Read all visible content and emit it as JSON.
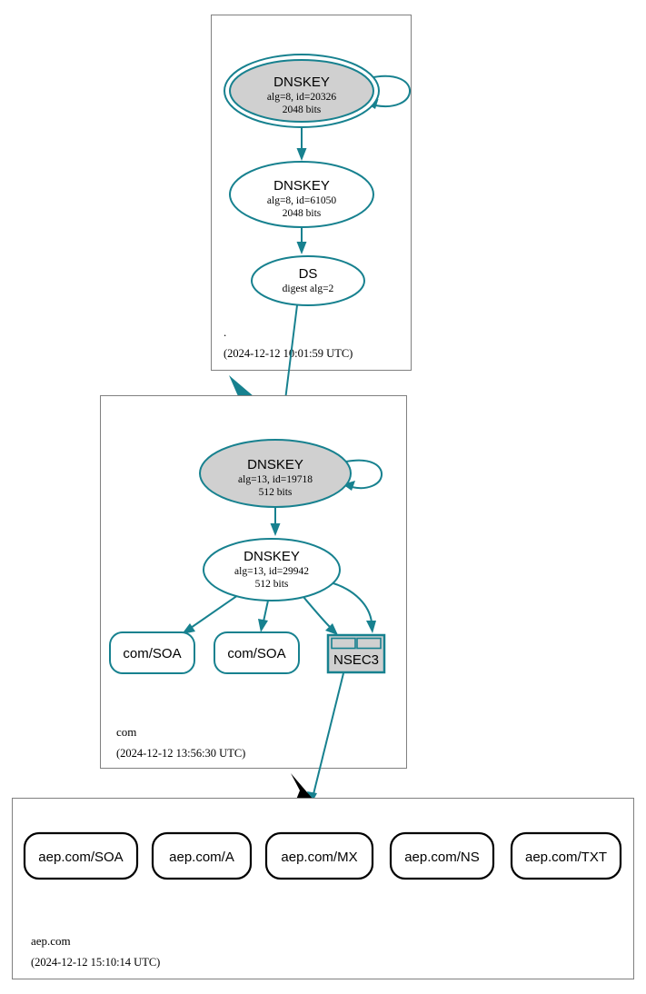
{
  "diagram": {
    "kind": "dnssec-authentication-chain",
    "colors": {
      "secure": "#17818f",
      "insecure": "#000000",
      "sep_fill": "#d0d0d0",
      "zone_border": "#808080",
      "background": "#ffffff"
    }
  },
  "zones": [
    {
      "id": "root",
      "name": ".",
      "timestamp": "(2024-12-12 10:01:59 UTC)",
      "nodes": [
        {
          "id": "root-ksk",
          "type": "DNSKEY",
          "title": "DNSKEY",
          "line2": "alg=8, id=20326",
          "line3": "2048 bits",
          "alg": "8",
          "key_id": "20326",
          "key_size": "2048 bits",
          "sep": true,
          "trust_anchor": true,
          "self_signed": true,
          "status": "secure"
        },
        {
          "id": "root-zsk",
          "type": "DNSKEY",
          "title": "DNSKEY",
          "line2": "alg=8, id=61050",
          "line3": "2048 bits",
          "alg": "8",
          "key_id": "61050",
          "key_size": "2048 bits",
          "sep": false,
          "status": "secure"
        },
        {
          "id": "root-ds",
          "type": "DS",
          "title": "DS",
          "line2": "digest alg=2",
          "digest_alg": "2",
          "status": "secure"
        }
      ]
    },
    {
      "id": "com",
      "name": "com",
      "timestamp": "(2024-12-12 13:56:30 UTC)",
      "nodes": [
        {
          "id": "com-ksk",
          "type": "DNSKEY",
          "title": "DNSKEY",
          "line2": "alg=13, id=19718",
          "line3": "512 bits",
          "alg": "13",
          "key_id": "19718",
          "key_size": "512 bits",
          "sep": true,
          "self_signed": true,
          "status": "secure"
        },
        {
          "id": "com-zsk",
          "type": "DNSKEY",
          "title": "DNSKEY",
          "line2": "alg=13, id=29942",
          "line3": "512 bits",
          "alg": "13",
          "key_id": "29942",
          "key_size": "512 bits",
          "sep": false,
          "status": "secure"
        }
      ],
      "rrsets": [
        {
          "id": "com-soa-1",
          "label": "com/SOA",
          "status": "secure"
        },
        {
          "id": "com-soa-2",
          "label": "com/SOA",
          "status": "secure"
        },
        {
          "id": "com-nsec3",
          "label": "NSEC3",
          "status": "secure",
          "shape": "table"
        }
      ]
    },
    {
      "id": "aep.com",
      "name": "aep.com",
      "timestamp": "(2024-12-12 15:10:14 UTC)",
      "rrsets": [
        {
          "id": "aep-soa",
          "label": "aep.com/SOA",
          "status": "insecure"
        },
        {
          "id": "aep-a",
          "label": "aep.com/A",
          "status": "insecure"
        },
        {
          "id": "aep-mx",
          "label": "aep.com/MX",
          "status": "insecure"
        },
        {
          "id": "aep-ns",
          "label": "aep.com/NS",
          "status": "insecure"
        },
        {
          "id": "aep-txt",
          "label": "aep.com/TXT",
          "status": "insecure"
        }
      ]
    }
  ],
  "delegations": [
    {
      "id": "root-to-com",
      "from": ".",
      "to": "com",
      "status": "secure"
    },
    {
      "id": "com-to-aep",
      "from": "com",
      "to": "aep.com",
      "status": "insecure"
    }
  ]
}
